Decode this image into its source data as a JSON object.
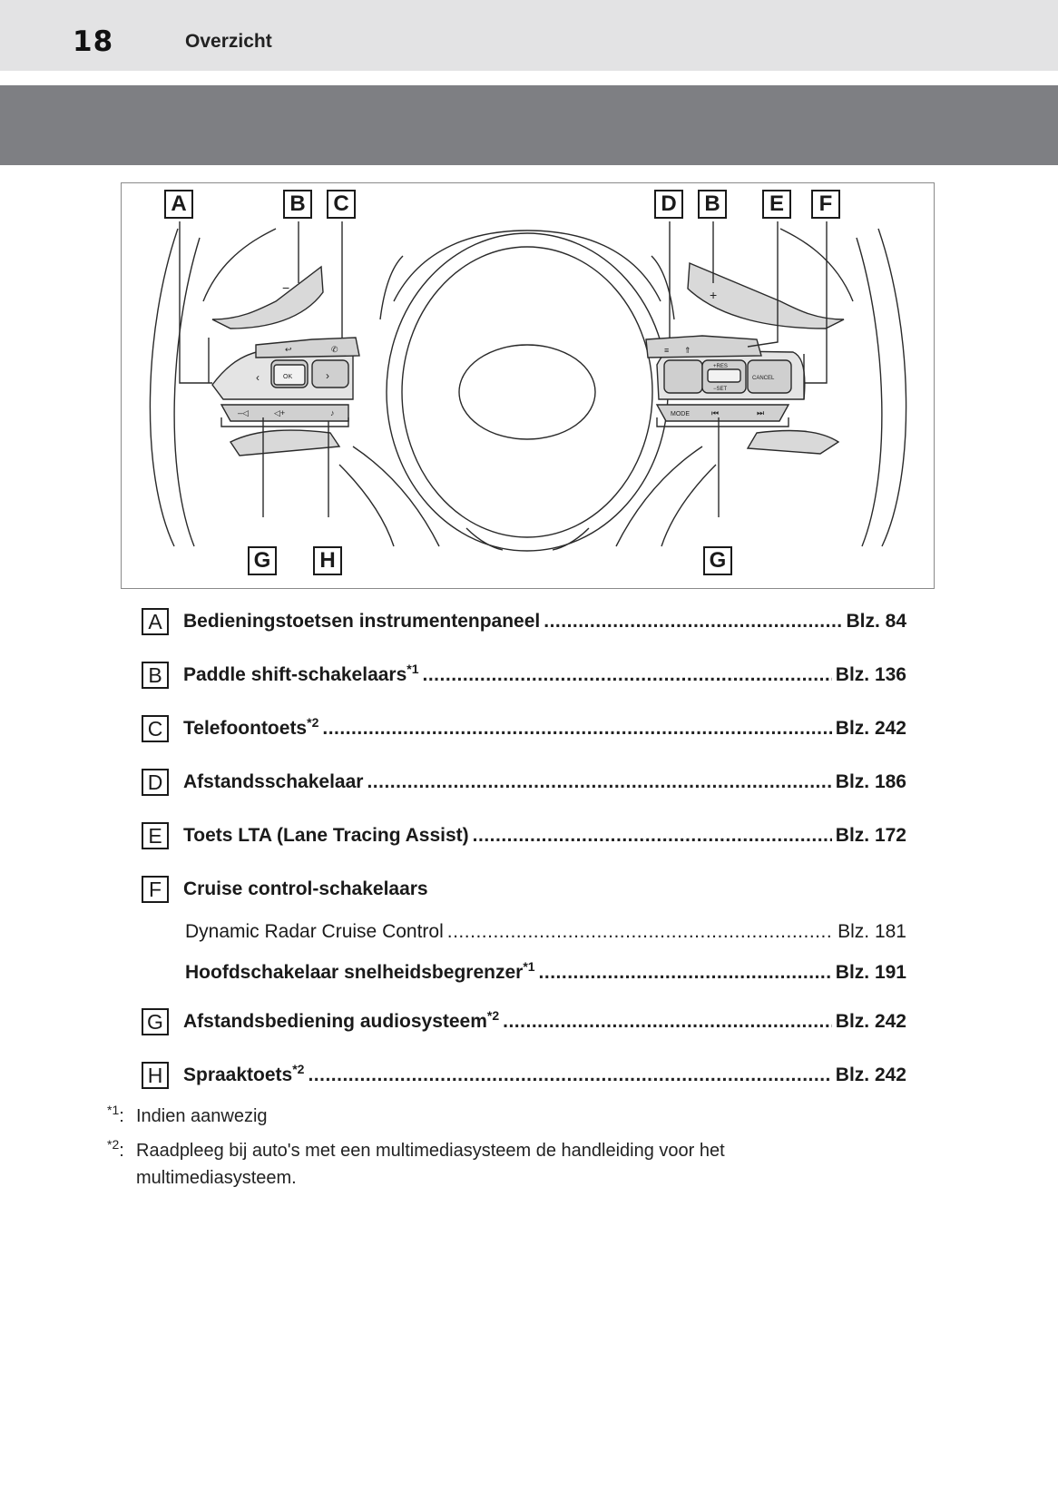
{
  "header": {
    "page_number": "18",
    "section_title": "Overzicht"
  },
  "figure": {
    "callouts": {
      "a": "A",
      "b1": "B",
      "c": "C",
      "d": "D",
      "b2": "B",
      "e": "E",
      "f": "F",
      "g1": "G",
      "h": "H",
      "g2": "G"
    },
    "button_labels": {
      "ok": "OK",
      "res": "+RES",
      "set": "−SET",
      "cancel": "CANCEL",
      "mode": "MODE",
      "paddle_minus": "−",
      "paddle_plus": "+"
    }
  },
  "legend": [
    {
      "letter": "A",
      "title": "Bedieningstoetsen instrumentenpaneel",
      "sup": "",
      "page": "Blz. 84"
    },
    {
      "letter": "B",
      "title": "Paddle shift-schakelaars",
      "sup": "*1",
      "page": "Blz. 136"
    },
    {
      "letter": "C",
      "title": "Telefoontoets",
      "sup": "*2",
      "page": "Blz. 242"
    },
    {
      "letter": "D",
      "title": "Afstandsschakelaar",
      "sup": "",
      "page": "Blz. 186"
    },
    {
      "letter": "E",
      "title": "Toets LTA (Lane Tracing Assist)",
      "sup": "",
      "page": "Blz. 172"
    },
    {
      "letter": "F",
      "title": "Cruise control-schakelaars",
      "sup": "",
      "page": ""
    },
    {
      "letter": "G",
      "title": "Afstandsbediening audiosysteem",
      "sup": "*2",
      "page": "Blz. 242"
    },
    {
      "letter": "H",
      "title": "Spraaktoets",
      "sup": "*2",
      "page": "Blz. 242"
    }
  ],
  "legend_sub": [
    {
      "title": "Dynamic Radar Cruise Control",
      "sup": "",
      "page": "Blz. 181"
    },
    {
      "title": "Hoofdschakelaar snelheidsbegrenzer",
      "sup": "*1",
      "page": "Blz. 191"
    }
  ],
  "footnotes": [
    {
      "mark": "*1",
      "text": "Indien aanwezig"
    },
    {
      "mark": "*2",
      "text": "Raadpleeg bij auto's met een multimediasysteem de handleiding voor het multimediasysteem."
    }
  ]
}
